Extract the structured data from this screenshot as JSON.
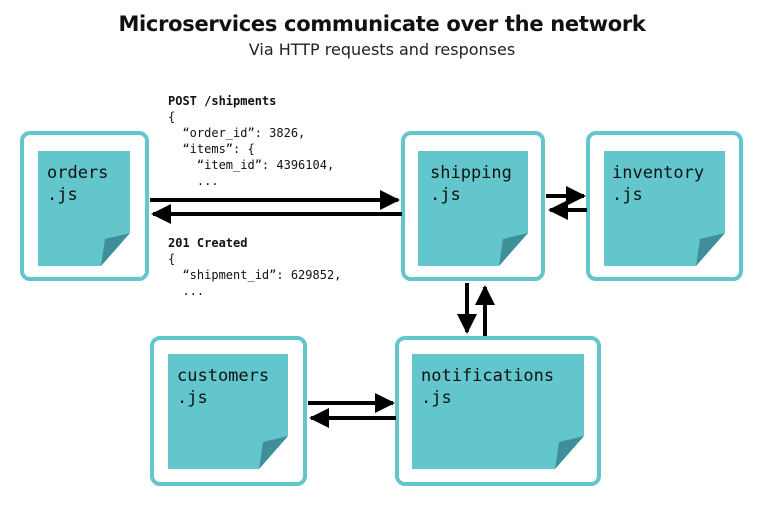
{
  "title": "Microservices communicate over the network",
  "subtitle": "Via HTTP requests and responses",
  "colors": {
    "note": "#62c6cc",
    "border": "#62c6cc",
    "fold": "#3e8f99",
    "arrow": "#000000"
  },
  "services": {
    "orders": {
      "line1": "orders",
      "line2": ".js"
    },
    "shipping": {
      "line1": "shipping",
      "line2": ".js"
    },
    "inventory": {
      "line1": "inventory",
      "line2": ".js"
    },
    "customers": {
      "line1": "customers",
      "line2": ".js"
    },
    "notifications": {
      "line1": "notifications",
      "line2": ".js"
    }
  },
  "request": {
    "heading": "POST /shipments",
    "lines": [
      "{",
      "  “order_id”: 3826,",
      "  “items”: {",
      "    “item_id”: 4396104,",
      "    ..."
    ]
  },
  "response": {
    "heading": "201 Created",
    "lines": [
      "{",
      "  “shipment_id”: 629852,",
      "  ..."
    ]
  }
}
